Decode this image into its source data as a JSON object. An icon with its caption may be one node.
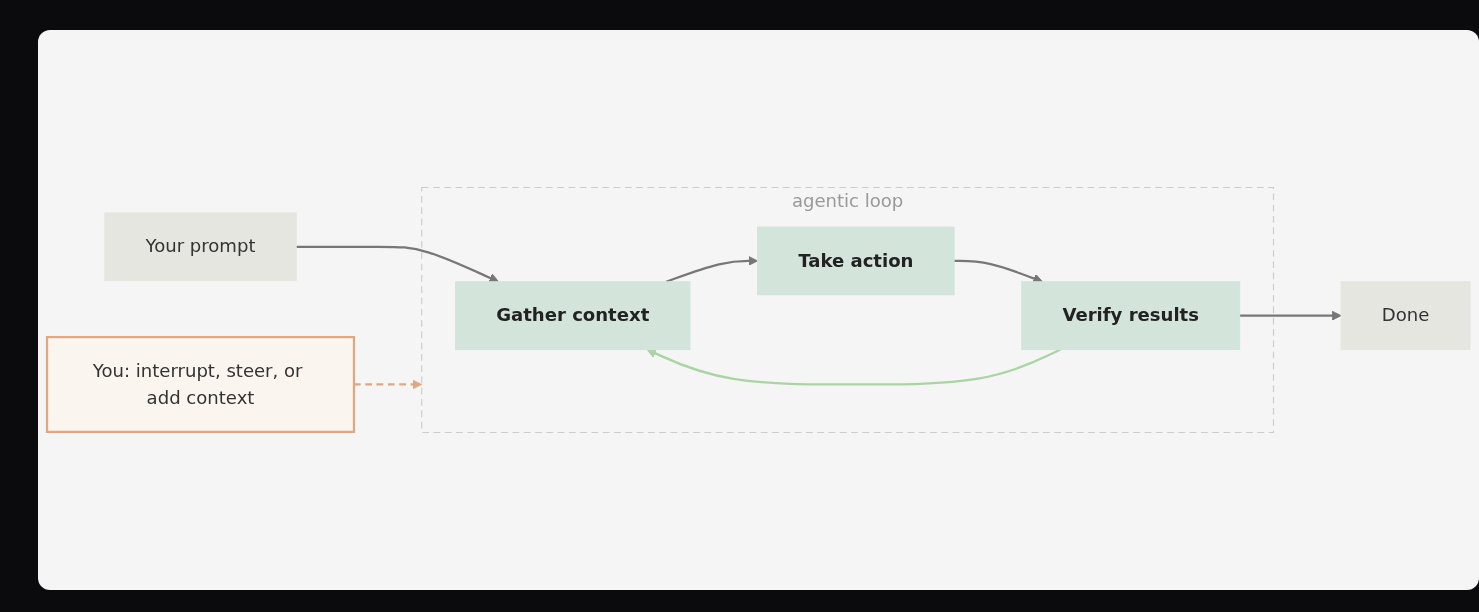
{
  "diagram": {
    "nodes": [
      {
        "text": [
          "Your prompt"
        ]
      },
      {
        "text": [
          "agentic loop"
        ]
      },
      {
        "text": [
          "Gather context"
        ],
        "in": 1
      },
      {
        "text": [
          "Take action"
        ],
        "in": 1
      },
      {
        "text": [
          "Verify results"
        ],
        "in": 1
      },
      {
        "text": [
          "Done"
        ]
      },
      {
        "text": [
          "You: interrupt, steer, or add context"
        ]
      }
    ],
    "edges": [
      {
        "from": 0,
        "to": 2,
        "arrow": "to"
      },
      {
        "from": 2,
        "to": 3,
        "arrow": "to"
      },
      {
        "from": 3,
        "to": 4,
        "arrow": "to"
      },
      {
        "from": 4,
        "to": 5,
        "arrow": "to"
      },
      {
        "from": 4,
        "to": 2,
        "arrow": "to",
        "color": "#a8d5a2"
      },
      {
        "from": 6,
        "to": 1,
        "arrow": "to",
        "style": "dashed",
        "color": "#e0a882"
      }
    ]
  }
}
